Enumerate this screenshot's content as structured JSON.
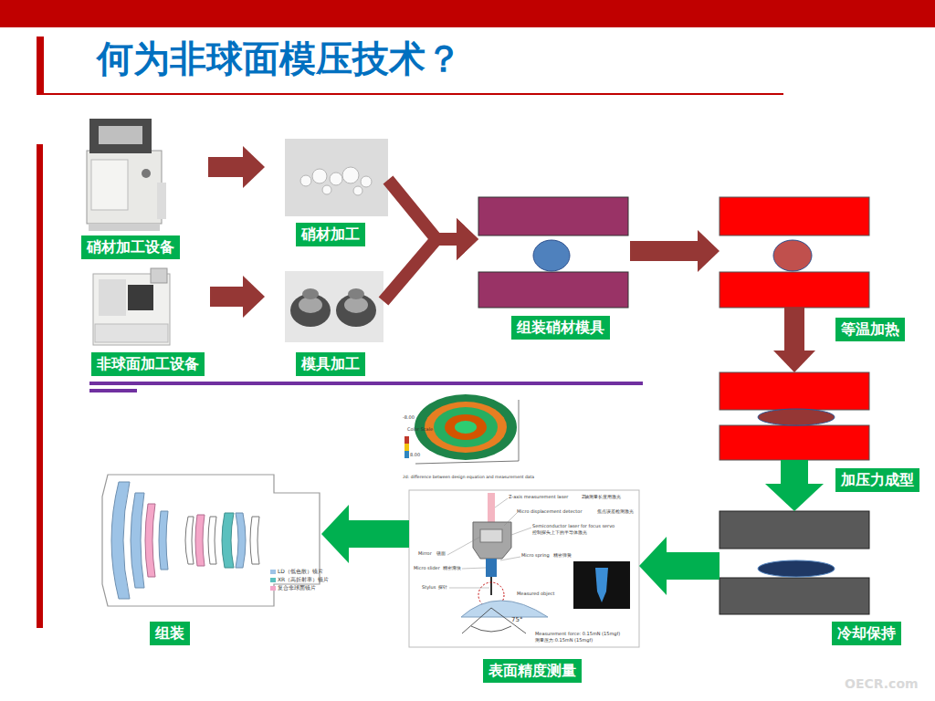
{
  "diagram": {
    "title": "何为非球面模压技术？",
    "nodes": [
      {
        "text": [
          "硝材加工设备"
        ]
      },
      {
        "text": [
          "硝材加工"
        ]
      },
      {
        "text": [
          "非球面加工设备"
        ]
      },
      {
        "text": [
          "模具加工"
        ]
      },
      {
        "text": [
          "组装硝材模具"
        ]
      },
      {
        "text": [
          "等温加热"
        ]
      },
      {
        "text": [
          "加压力成型"
        ]
      },
      {
        "text": [
          "冷却保持"
        ]
      },
      {
        "text": [
          "表面精度测量"
        ]
      },
      {
        "text": [
          "组装"
        ]
      }
    ],
    "edges": [
      {
        "from": 0,
        "to": 1,
        "arrow": "to"
      },
      {
        "from": 2,
        "to": 3,
        "arrow": "to"
      },
      {
        "from": 1,
        "to": 4,
        "arrow": "to"
      },
      {
        "from": 3,
        "to": 4,
        "arrow": "to"
      },
      {
        "from": 4,
        "to": 5,
        "arrow": "to"
      },
      {
        "from": 5,
        "to": 6,
        "arrow": "to"
      },
      {
        "from": 6,
        "to": 7,
        "arrow": "to"
      },
      {
        "from": 7,
        "to": 8,
        "arrow": "to"
      },
      {
        "from": 8,
        "to": 9,
        "arrow": "to"
      }
    ],
    "labels": [
      "Color Scale",
      "-8.00",
      "8.00",
      "2d: difference between design equation and measurement data",
      "Z-axis measurement laser",
      "Z轴测量长度用激光",
      "Micro displacement detector",
      "焦点误差检测激光",
      "Semiconductor laser for focus servo",
      "控制探头上下的半导体激光",
      "Mirror",
      "镜面",
      "Micro spring",
      "精密弹簧",
      "Micro slider",
      "精密滑块",
      "Stylus",
      "探针",
      "Measured object",
      "75°",
      "Measurement force: 0.15mN (15mgf)",
      "测量压力:0.15mN (15mgf)",
      "OECR.com"
    ],
    "legend": [
      {
        "text": "LD（低色散）镜片",
        "color": "#9dc3e6"
      },
      {
        "text": "XR（高折射率）镜片",
        "color": "#5bc0be"
      },
      {
        "text": "复合非球面镜片",
        "color": "#f4a6c8"
      }
    ]
  }
}
